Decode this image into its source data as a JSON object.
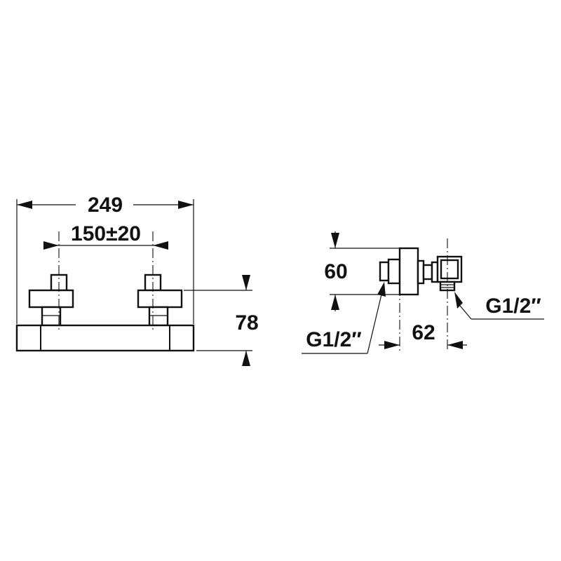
{
  "front_view": {
    "overall_width": "249",
    "inlet_spacing": "150±20",
    "height": "78"
  },
  "side_view": {
    "height": "60",
    "depth": "62",
    "inlet_thread": "G1/2″",
    "outlet_thread": "G1/2″"
  },
  "colors": {
    "line": "#111111",
    "background": "#ffffff"
  }
}
